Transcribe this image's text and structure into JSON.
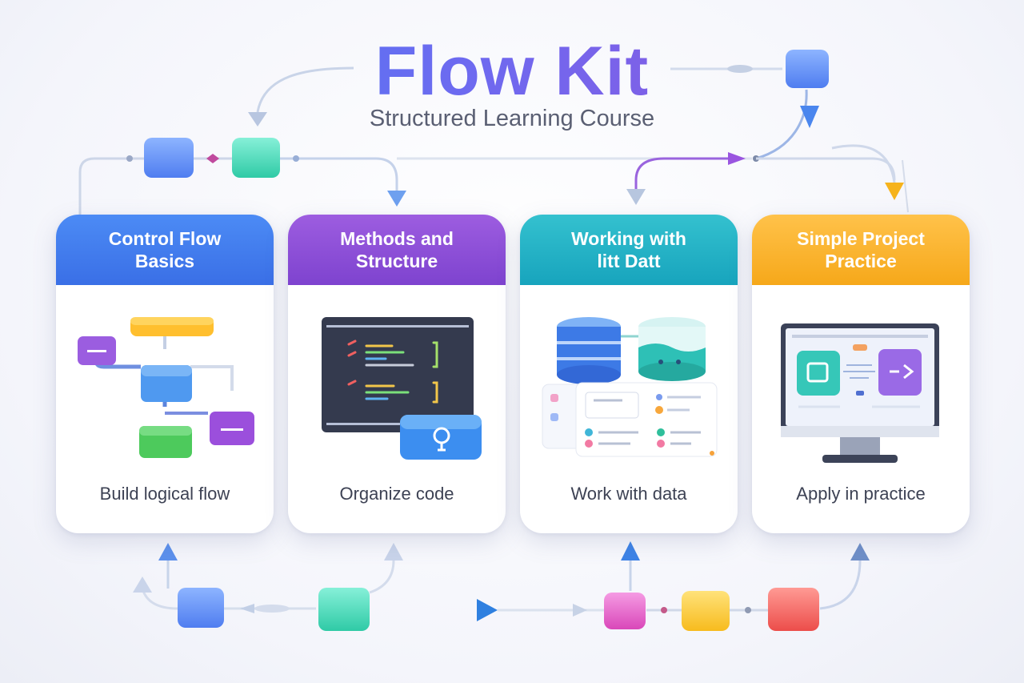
{
  "header": {
    "title": "Flow Kit",
    "subtitle": "Structured Learning Course"
  },
  "modules": [
    {
      "title_line1": "Control Flow",
      "title_line2": "Basics",
      "caption": "Build logical flow",
      "color": "#3a78ec",
      "illustration": "flowchart-icon"
    },
    {
      "title_line1": "Methods and",
      "title_line2": "Structure",
      "caption": "Organize code",
      "color": "#8a4fd6",
      "illustration": "code-editor-icon"
    },
    {
      "title_line1": "Working with",
      "title_line2": "litt Datt",
      "caption": "Work with data",
      "color": "#22b2c6",
      "illustration": "database-icon"
    },
    {
      "title_line1": "Simple Project",
      "title_line2": "Practice",
      "caption": "Apply in practice",
      "color": "#f8b52b",
      "illustration": "monitor-icon"
    }
  ],
  "palette": {
    "blue": "#4f86f0",
    "purple": "#8b5cf6",
    "teal": "#2dd4bf",
    "yellow": "#fbbf24",
    "pink": "#e75bc8",
    "red": "#f25f5c",
    "connector": "#c7d2e6"
  }
}
